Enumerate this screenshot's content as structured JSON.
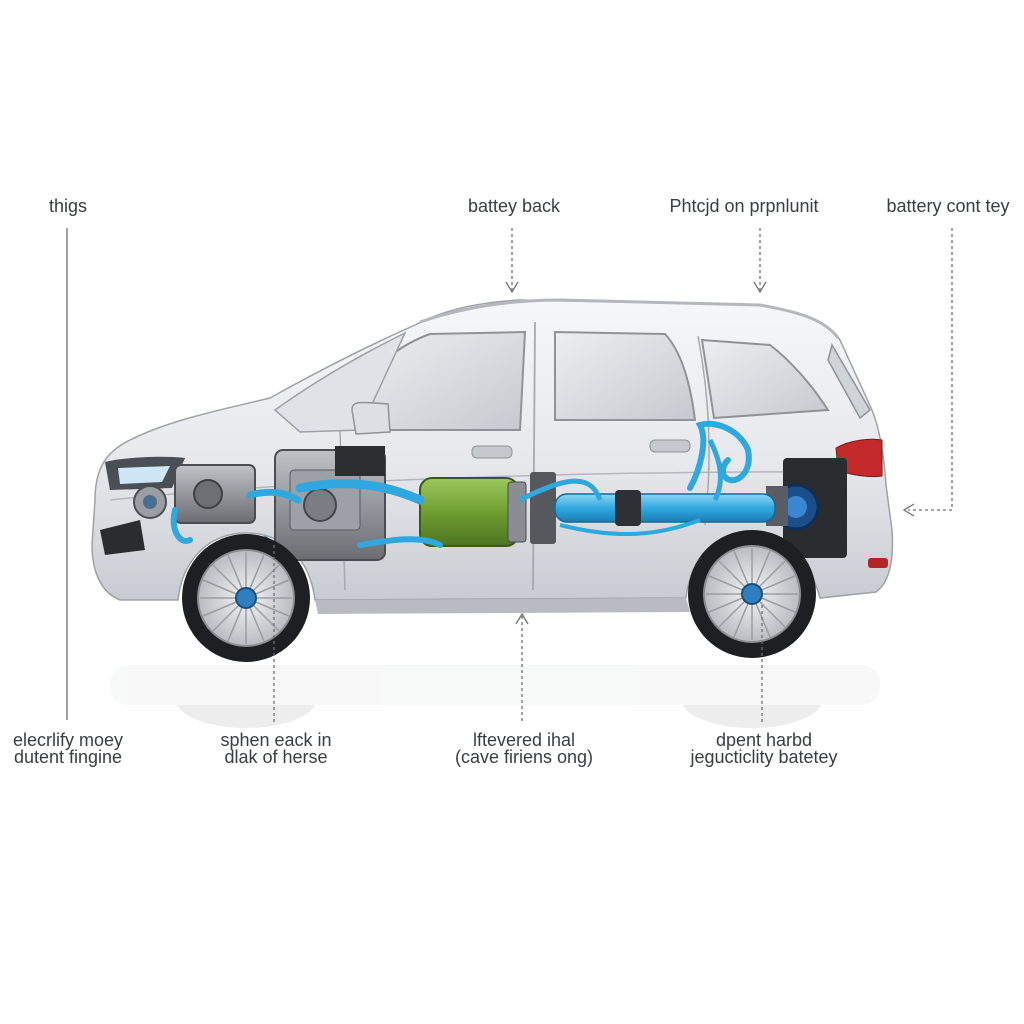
{
  "labels": {
    "top_left": "thigs",
    "top_center": "battey back",
    "top_right_center": "Phtcjd on prpnlunit",
    "top_right": "battery cont tey",
    "bottom_1_line1": "elecrlify moey",
    "bottom_1_line2": "dutent fingine",
    "bottom_2_line1": "sphen eack in",
    "bottom_2_line2": "dlak of herse",
    "bottom_3_line1": "lftevered ihal",
    "bottom_3_line2": "(cave firiens ong)",
    "bottom_4_line1": "dpent harbd",
    "bottom_4_line2": "jegucticlity batetey"
  },
  "colors": {
    "background": "#ffffff",
    "body": "#e8eaee",
    "body_shade": "#c9ccd2",
    "window": "#d7dadf",
    "coolant_pipe": "#2fa8e0",
    "battery_pack": "#76a83a",
    "engine_metal": "#8a8d92",
    "tyre": "#1e1f22",
    "rim": "#d9dbde",
    "taillight": "#c42a2a"
  }
}
